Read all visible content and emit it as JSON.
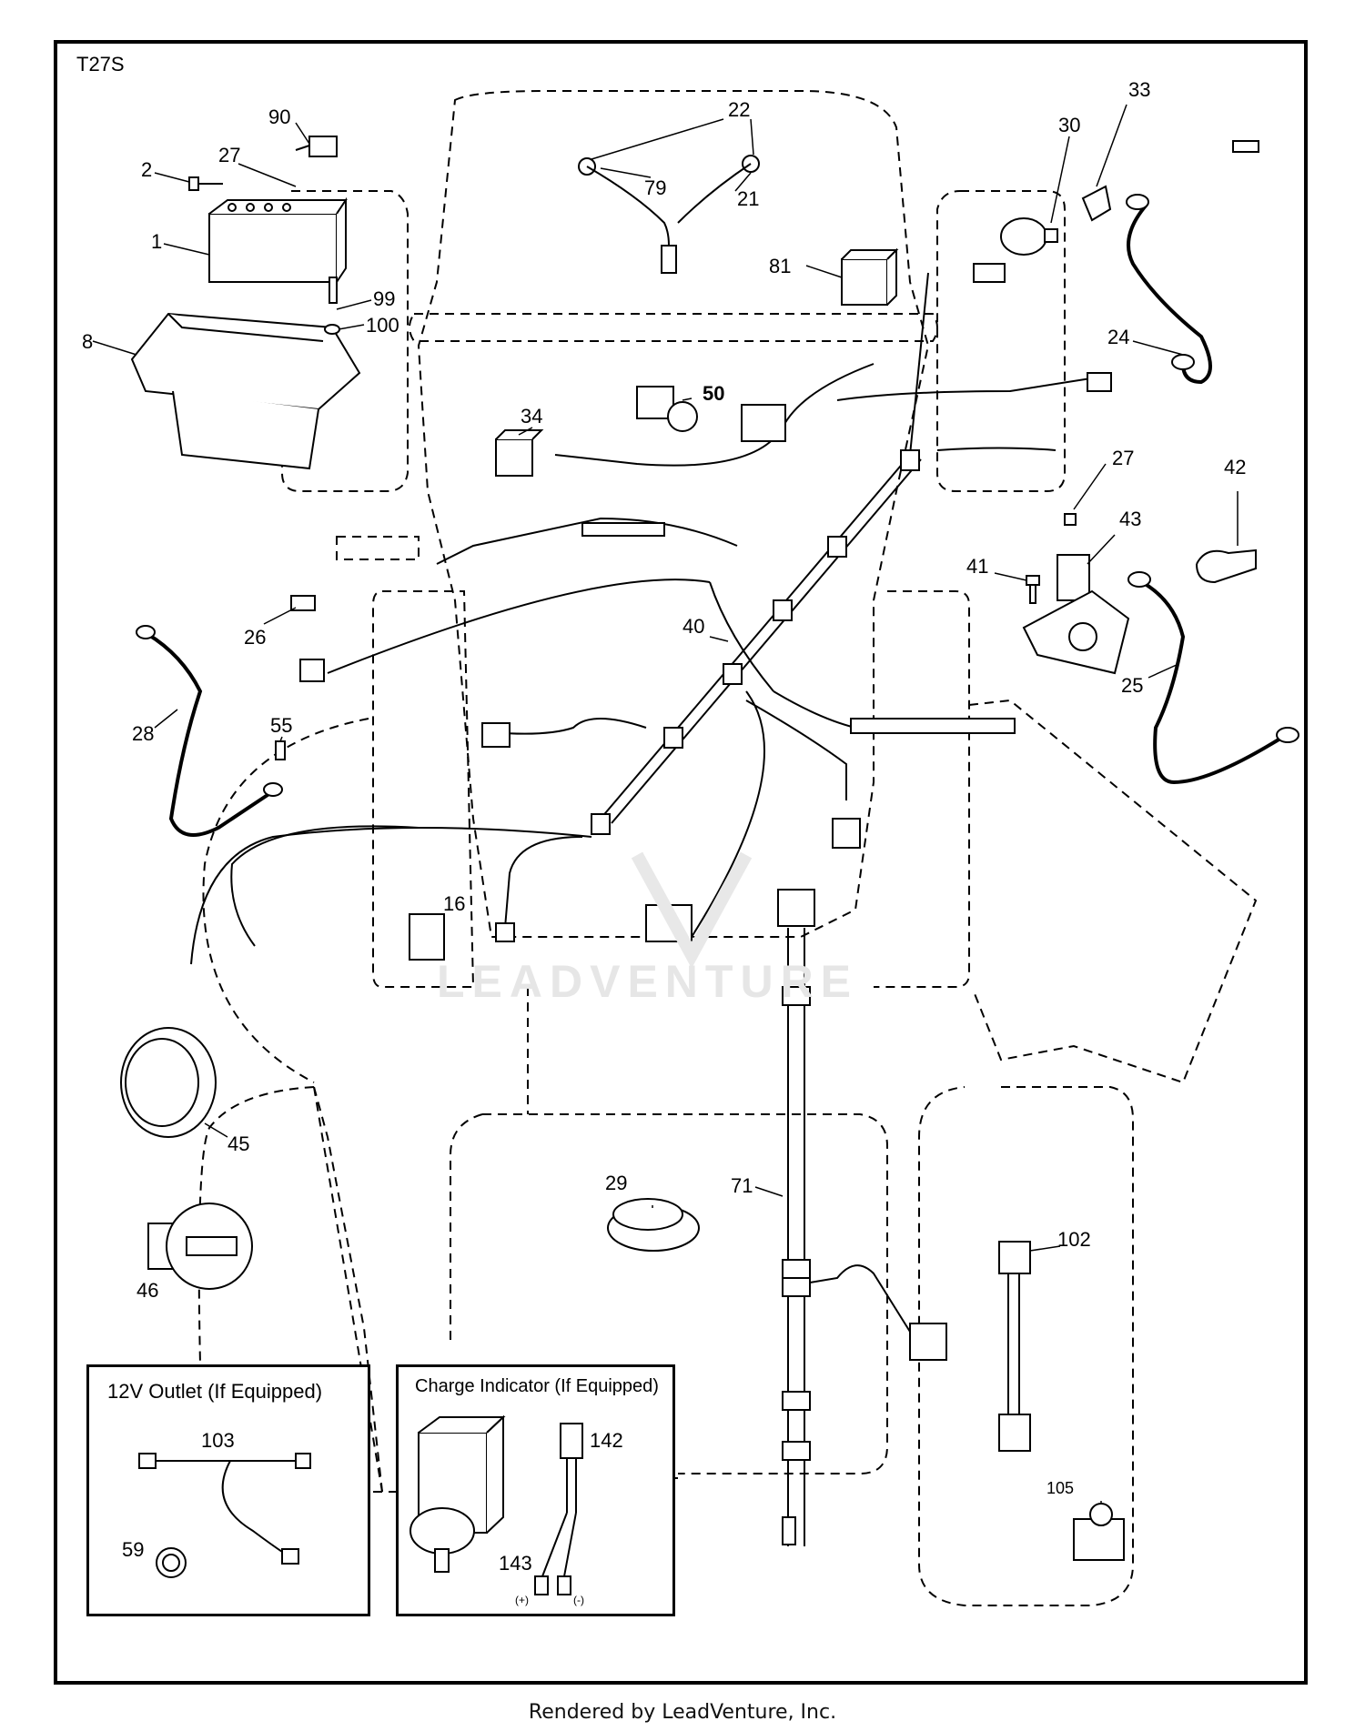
{
  "diagram": {
    "code": "T27S",
    "watermark": "LEADVENTURE",
    "footer": "Rendered by LeadVenture, Inc.",
    "callouts": {
      "p90": "90",
      "p27a": "27",
      "p2": "2",
      "p1": "1",
      "p99": "99",
      "p100": "100",
      "p8": "8",
      "p22": "22",
      "p79": "79",
      "p21": "21",
      "p81": "81",
      "p30": "30",
      "p33": "33",
      "p24": "24",
      "p34": "34",
      "p50": "50",
      "p27b": "27",
      "p42": "42",
      "p43": "43",
      "p41": "41",
      "p25": "25",
      "p26": "26",
      "p40": "40",
      "p28": "28",
      "p55": "55",
      "p16": "16",
      "p45": "45",
      "p46": "46",
      "p29": "29",
      "p71": "71",
      "p102": "102",
      "p105": "105",
      "p103": "103",
      "p59": "59",
      "p143": "143",
      "p142": "142"
    },
    "panels": {
      "outlet_title": "12V Outlet (If Equipped)",
      "charge_title": "Charge Indicator (If Equipped)",
      "plus": "(+)",
      "minus": "(-)"
    }
  }
}
